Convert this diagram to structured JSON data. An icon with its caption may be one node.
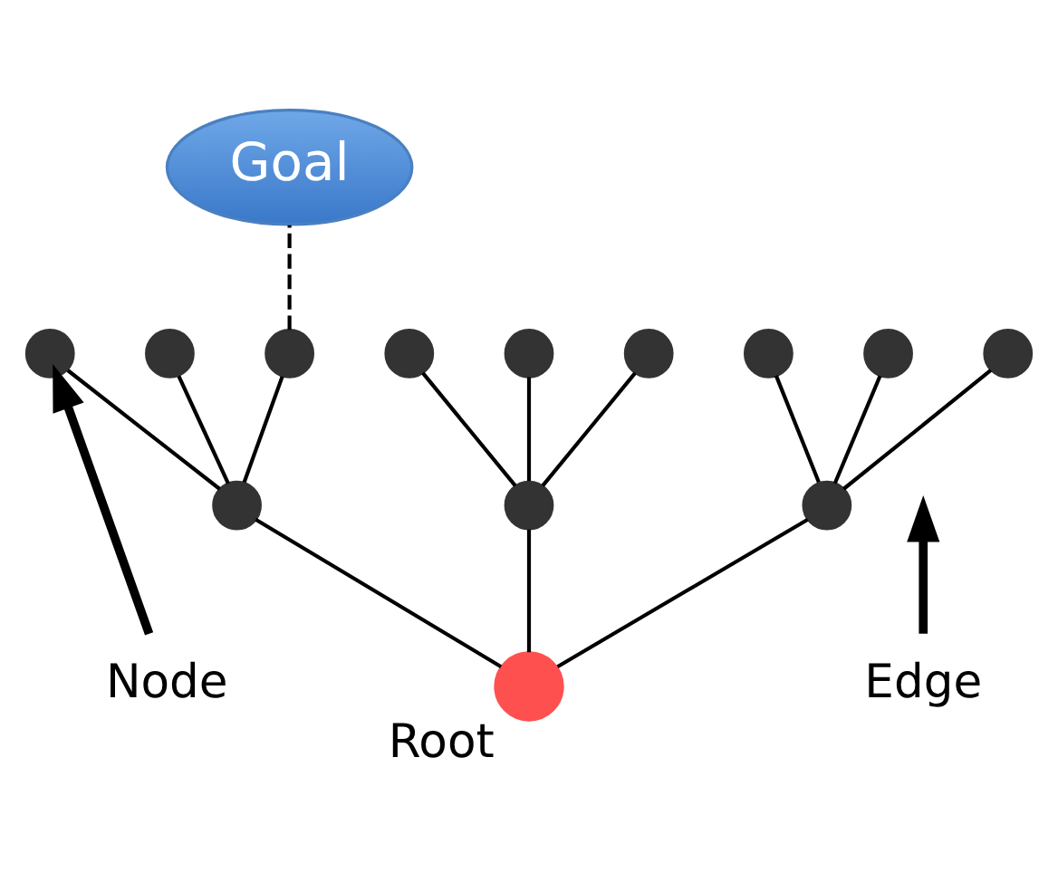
{
  "diagram": {
    "nodes": [
      {
        "text": [
          "Goal"
        ]
      },
      {
        "text": [
          "Edge"
        ]
      },
      {
        "text": [],
        "shape": "circle"
      },
      {
        "text": [],
        "shape": "circle"
      },
      {
        "text": [],
        "shape": "circle"
      },
      {
        "text": [],
        "shape": "circle"
      },
      {
        "text": [],
        "shape": "circle"
      },
      {
        "text": [
          "Node"
        ]
      },
      {
        "text": [],
        "shape": "circle"
      },
      {
        "text": [],
        "shape": "circle"
      },
      {
        "text": [],
        "shape": "circle"
      },
      {
        "text": [],
        "shape": "circle"
      },
      {
        "text": [],
        "shape": "circle"
      },
      {
        "text": [],
        "shape": "circle",
        "beside": [
          "Root"
        ]
      },
      {
        "text": [],
        "shape": "circle"
      },
      {
        "text": [],
        "shape": "circle"
      }
    ],
    "edges": [
      {
        "from": 13,
        "to": 10,
        "arrow": "none"
      },
      {
        "from": 13,
        "to": 9,
        "arrow": "none"
      },
      {
        "from": 13,
        "to": 15,
        "arrow": "none"
      },
      {
        "from": 10,
        "to": 5,
        "arrow": "none"
      },
      {
        "from": 10,
        "to": 2,
        "arrow": "none"
      },
      {
        "from": 10,
        "to": 6,
        "arrow": "none"
      },
      {
        "from": 9,
        "to": 3,
        "arrow": "none"
      },
      {
        "from": 9,
        "to": 4,
        "arrow": "none"
      },
      {
        "from": 9,
        "to": 8,
        "arrow": "none"
      },
      {
        "from": 15,
        "to": 11,
        "arrow": "none"
      },
      {
        "from": 15,
        "to": 12,
        "arrow": "none"
      },
      {
        "from": 15,
        "to": 14,
        "arrow": "none"
      },
      {
        "from": 4,
        "to": 0,
        "arrow": "none",
        "style": "dashed"
      },
      {
        "from": 1,
        "to": null,
        "arrow": "to",
        "style": "thick"
      },
      {
        "from": 7,
        "to": 8,
        "arrow": "to",
        "style": "thick"
      }
    ]
  }
}
